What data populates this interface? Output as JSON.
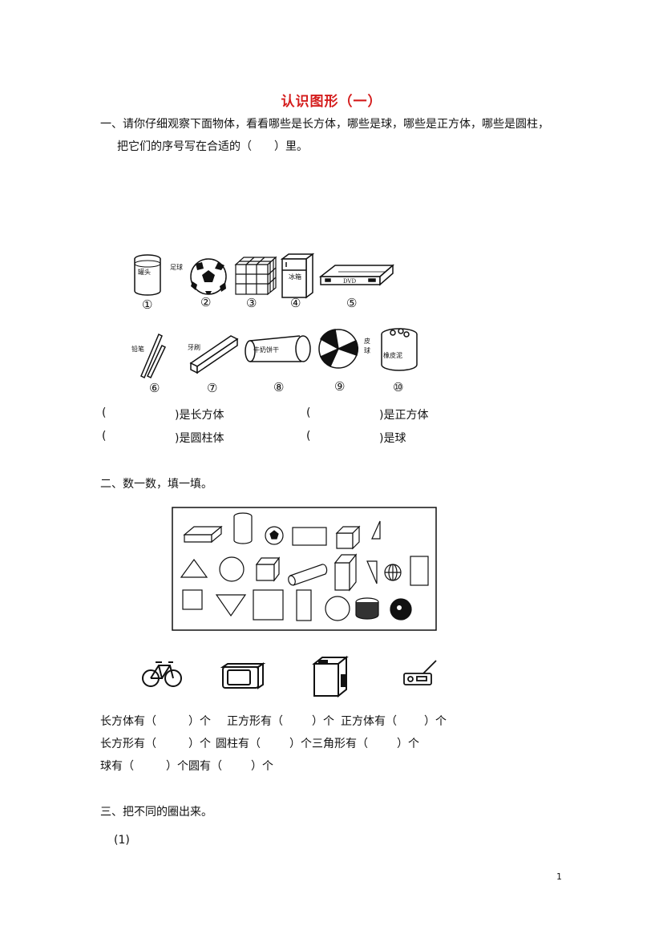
{
  "title": "认识图形（一）",
  "section1": {
    "prompt_line1": "一、请你仔细观察下面物体，看看哪些是长方体，哪些是球，哪些是正方体，哪些是圆柱，",
    "prompt_line2": "把它们的序号写在合适的（　　）里。",
    "items": [
      {
        "num": "①",
        "label": "罐头"
      },
      {
        "num": "②",
        "label": "足球"
      },
      {
        "num": "③",
        "label": ""
      },
      {
        "num": "④",
        "label": "冰箱"
      },
      {
        "num": "⑤",
        "label": "DVD"
      },
      {
        "num": "⑥",
        "label": "铅笔"
      },
      {
        "num": "⑦",
        "label": "牙刷"
      },
      {
        "num": "⑧",
        "label": "牛奶饼干"
      },
      {
        "num": "⑨",
        "label": "皮球"
      },
      {
        "num": "⑩",
        "label": "橡皮泥"
      }
    ],
    "answers": {
      "cuboid": ")是长方体",
      "cube": ")是正方体",
      "cylinder": ")是圆柱体",
      "sphere": ")是球",
      "open_paren": "("
    }
  },
  "section2": {
    "prompt": "二、数一数，填一填。",
    "row1": [
      "长方体有（",
      "）个",
      "正方形有（",
      "）个",
      "正方体有（",
      "）个"
    ],
    "row2": [
      "长方形有（",
      "）个",
      "圆柱有（",
      "）个三角形有（",
      "）个"
    ],
    "row3": [
      "球有（",
      "）个圆有（",
      "）个"
    ]
  },
  "section3": {
    "prompt": "三、把不同的圈出来。",
    "sub": "(1)"
  },
  "page_number": "1"
}
